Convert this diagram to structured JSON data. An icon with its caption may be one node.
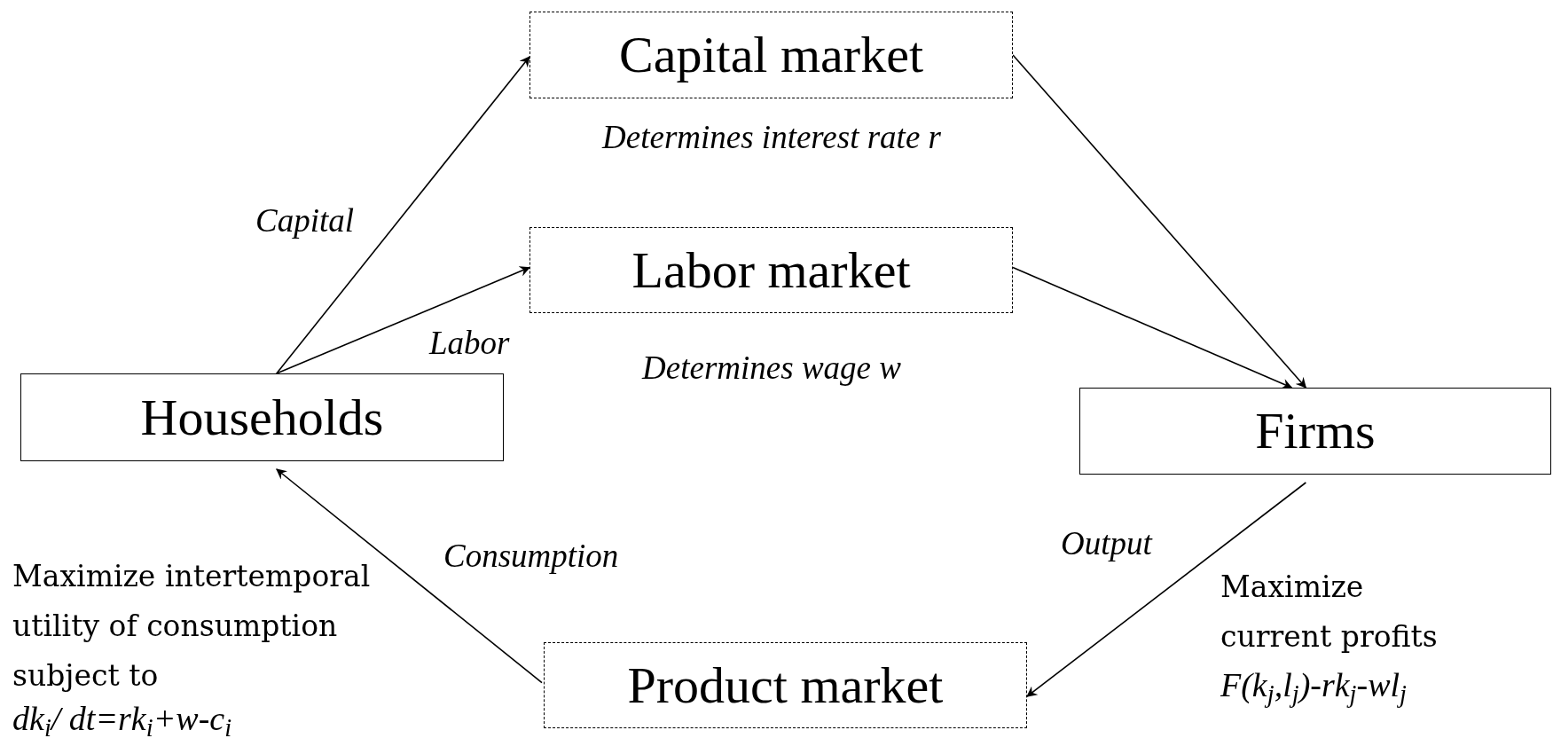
{
  "diagram": {
    "nodes": [
      {
        "text": [
          "Households"
        ]
      },
      {
        "text": [
          "Capital market"
        ],
        "beside": [
          "Determines interest rate r"
        ]
      },
      {
        "text": [
          "Labor market"
        ],
        "beside": [
          "Determines wage w"
        ]
      },
      {
        "text": [
          "Firms"
        ]
      },
      {
        "text": [
          "Product market"
        ]
      }
    ],
    "edges": [
      {
        "from": 0,
        "to": 1,
        "arrow": "to",
        "label": "Capital"
      },
      {
        "from": 0,
        "to": 2,
        "arrow": "to",
        "label": "Labor"
      },
      {
        "from": 1,
        "to": 3,
        "arrow": "to"
      },
      {
        "from": 2,
        "to": 3,
        "arrow": "to"
      },
      {
        "from": 3,
        "to": 4,
        "arrow": "to",
        "label": "Output"
      },
      {
        "from": 4,
        "to": 0,
        "arrow": "to",
        "label": "Consumption"
      }
    ],
    "labels": [
      "Maximize intertemporal utility of consumption subject to",
      "dk$_{i}$/ dt=rk$_{i}$+w-c$_{i}$",
      "Maximize current profits",
      "F(k$_{j}$,l$_{j}$)-rk$_{j}$-wl$_{j}$"
    ]
  }
}
